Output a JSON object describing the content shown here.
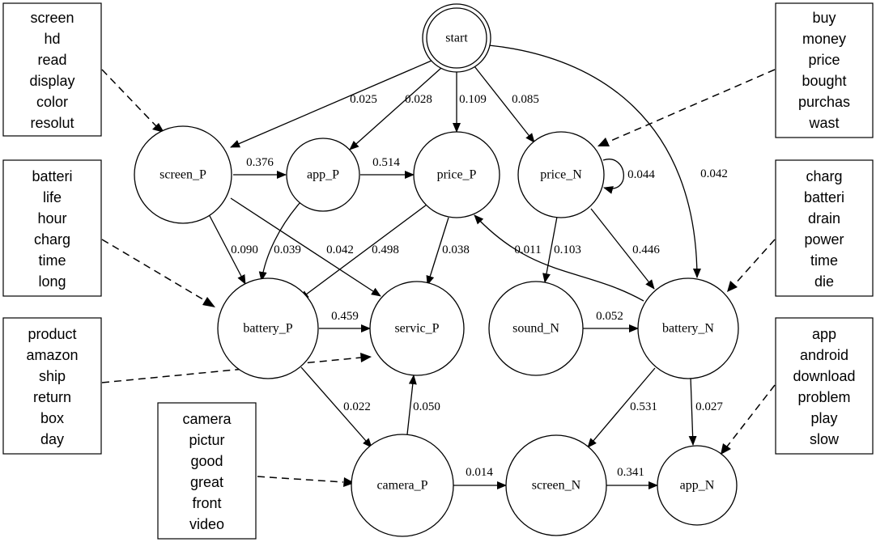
{
  "nodes": {
    "start": "start",
    "screen_P": "screen_P",
    "app_P": "app_P",
    "price_P": "price_P",
    "price_N": "price_N",
    "battery_P": "battery_P",
    "servic_P": "servic_P",
    "sound_N": "sound_N",
    "battery_N": "battery_N",
    "camera_P": "camera_P",
    "screen_N": "screen_N",
    "app_N": "app_N"
  },
  "edges": {
    "start_screenP": "0.025",
    "start_appP": "0.028",
    "start_priceP": "0.109",
    "start_priceN": "0.085",
    "start_batteryN": "0.042",
    "screenP_appP": "0.376",
    "appP_priceP": "0.514",
    "priceN_self": "0.044",
    "screenP_batteryP": "0.090",
    "appP_batteryP": "0.039",
    "screenP_servicP": "0.042",
    "priceP_batteryP": "0.498",
    "priceP_servicP": "0.038",
    "batteryN_priceP": "0.011",
    "priceN_soundN": "0.103",
    "priceN_batteryN": "0.446",
    "batteryP_servicP": "0.459",
    "soundN_batteryN": "0.052",
    "batteryP_cameraP": "0.022",
    "cameraP_servicP": "0.050",
    "batteryN_screenN": "0.531",
    "batteryN_appN": "0.027",
    "cameraP_screenN": "0.014",
    "screenN_appN": "0.341"
  },
  "boxes": {
    "screen": [
      "screen",
      "hd",
      "read",
      "display",
      "color",
      "resolut"
    ],
    "battery": [
      "batteri",
      "life",
      "hour",
      "charg",
      "time",
      "long"
    ],
    "service": [
      "product",
      "amazon",
      "ship",
      "return",
      "box",
      "day"
    ],
    "camera": [
      "camera",
      "pictur",
      "good",
      "great",
      "front",
      "video"
    ],
    "price": [
      "buy",
      "money",
      "price",
      "bought",
      "purchas",
      "wast"
    ],
    "batteryN": [
      "charg",
      "batteri",
      "drain",
      "power",
      "time",
      "die"
    ],
    "app": [
      "app",
      "android",
      "download",
      "problem",
      "play",
      "slow"
    ]
  }
}
